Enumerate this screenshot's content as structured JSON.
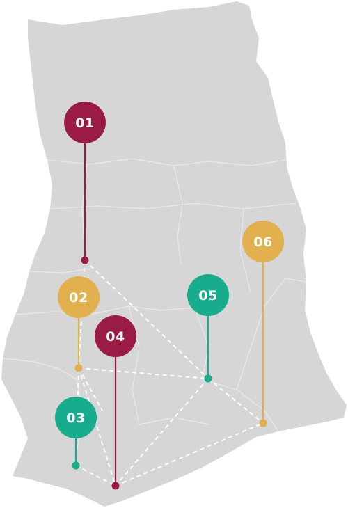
{
  "colors": {
    "land": "#d6d6d6",
    "borders": "#e9e9e9",
    "route": "#ffffff",
    "maroon": "#9a1b43",
    "gold": "#e2b04d",
    "teal": "#17ad8c"
  },
  "markers": [
    {
      "label": "01",
      "color": "maroon"
    },
    {
      "label": "02",
      "color": "gold"
    },
    {
      "label": "03",
      "color": "teal"
    },
    {
      "label": "04",
      "color": "maroon"
    },
    {
      "label": "05",
      "color": "teal"
    },
    {
      "label": "06",
      "color": "gold"
    }
  ]
}
